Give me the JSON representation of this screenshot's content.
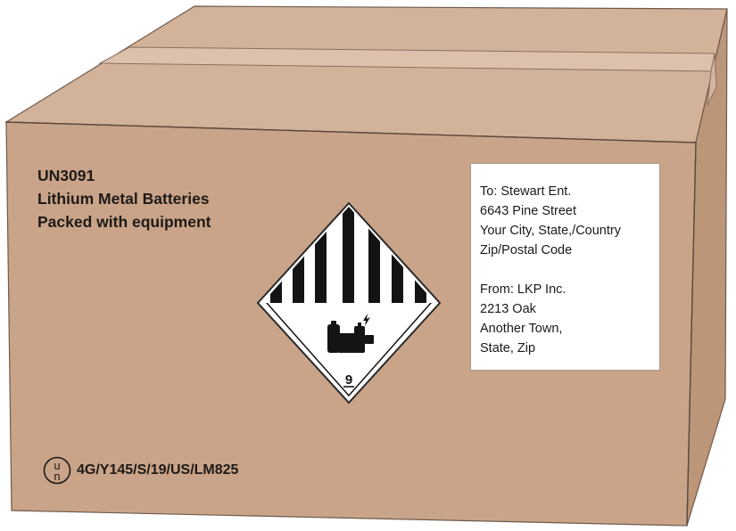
{
  "package_marking": {
    "un_number": "UN3091",
    "shipping_name": "Lithium Metal Batteries",
    "qualifier": "Packed with equipment"
  },
  "address_label": {
    "to": {
      "line1": "To:  Stewart Ent.",
      "line2": "6643 Pine Street",
      "line3": "Your City, State,/Country",
      "line4": "Zip/Postal Code"
    },
    "from": {
      "line1": "From:  LKP Inc.",
      "line2": "2213 Oak",
      "line3": "Another Town,",
      "line4": "State, Zip"
    }
  },
  "hazard_label": {
    "class_number": "9",
    "icon": "battery-icon"
  },
  "un_specification": {
    "symbol_top": "u",
    "symbol_bottom": "n",
    "code": "4G/Y145/S/19/US/LM825"
  },
  "colors": {
    "box_front": "#c9a489",
    "box_top": "#d3b29a",
    "box_side": "#bc9679",
    "tape": "#dcc1ad",
    "outline": "#6e5a4c",
    "label_black": "#141414"
  }
}
